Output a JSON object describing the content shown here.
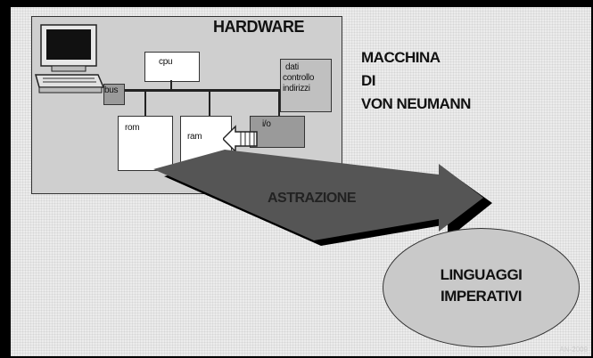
{
  "hardware": {
    "title": "HARDWARE",
    "cpu": "cpu",
    "bus": "bus",
    "rom": "rom",
    "ram": "ram",
    "io": "i/o",
    "dati": "dati",
    "controllo": "controllo",
    "indirizzi": "indirizzi"
  },
  "title_lines": [
    "MACCHINA",
    "DI",
    "VON NEUMANN"
  ],
  "arrow_label": "ASTRAZIONE",
  "target_lines": [
    "LINGUAGGI",
    "IMPERATIVI"
  ],
  "corner_text": "AN-2009"
}
